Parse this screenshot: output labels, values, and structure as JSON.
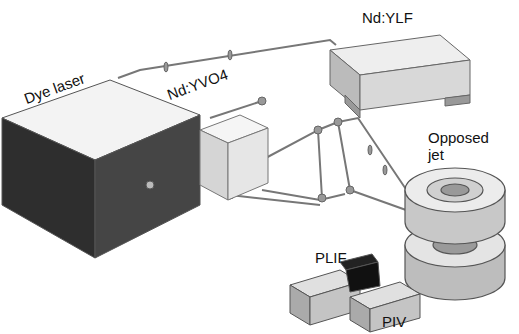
{
  "diagram": {
    "labels": [
      "Nd:YLF",
      "Dye laser",
      "Nd:YVO4",
      "Opposed jet",
      "PLIF",
      "PIV"
    ]
  }
}
